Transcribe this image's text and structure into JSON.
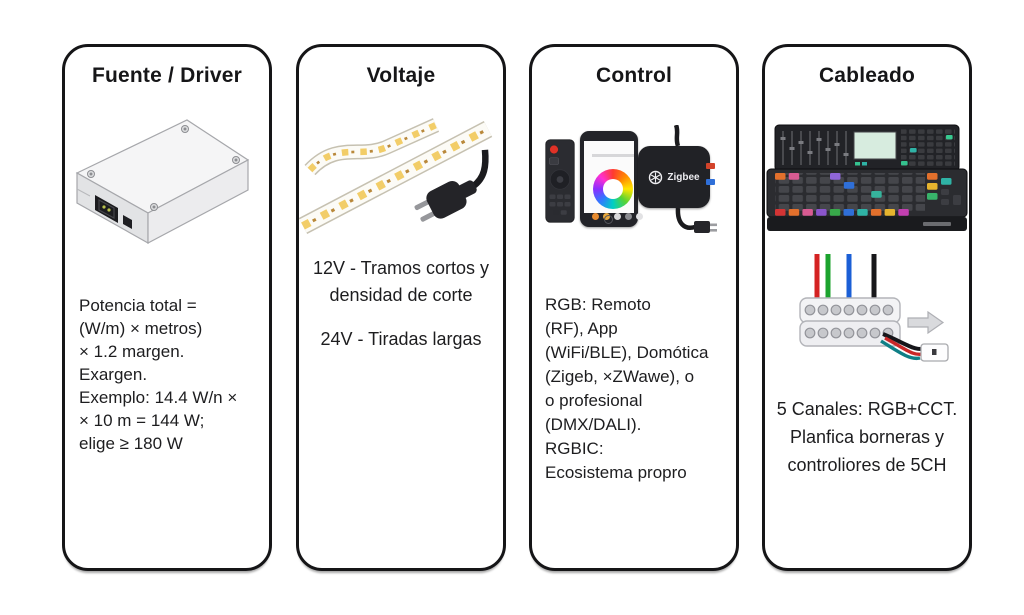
{
  "canvas": {
    "background": "#ffffff"
  },
  "cards": [
    {
      "title": "Fuente / Driver",
      "illustration": "power-supply-driver-box",
      "body_lines": [
        "Potencia total =",
        "(W/m) × metros)",
        "× 1.2 margen.",
        "Exargen.",
        "Exemplo: 14.4 W/n ×",
        "× 10 m = 144 W;",
        "elige ≥ 180 W"
      ]
    },
    {
      "title": "Voltaje",
      "illustration": "led-strips-and-power-plug",
      "body_lines": [
        "12V - Tramos cortos y",
        "densidad de corte",
        "24V - Tiradas largas"
      ]
    },
    {
      "title": "Control",
      "illustration": "rf-remote-smartphone-app-zigbee-hub",
      "hub_label": "Zigbee",
      "body_lines": [
        "RGB: Remoto",
        "(RF), App",
        "(WiFi/BLE), Domótica",
        "(Zigeb, ×ZWawe), o",
        "o profesional",
        "(DMX/DALI).",
        "RGBIC:",
        "Ecosistema propro"
      ]
    },
    {
      "title": "Cableado",
      "illustration": "dmx-console-and-terminal-block-wiring",
      "wire_colors": [
        "#d42222",
        "#1ca32e",
        "#1b5fd6",
        "#17171a"
      ],
      "body_lines": [
        "5 Canales: RGB+CCT.",
        "Planfica borneras y",
        "controliores de 5CH"
      ]
    }
  ]
}
